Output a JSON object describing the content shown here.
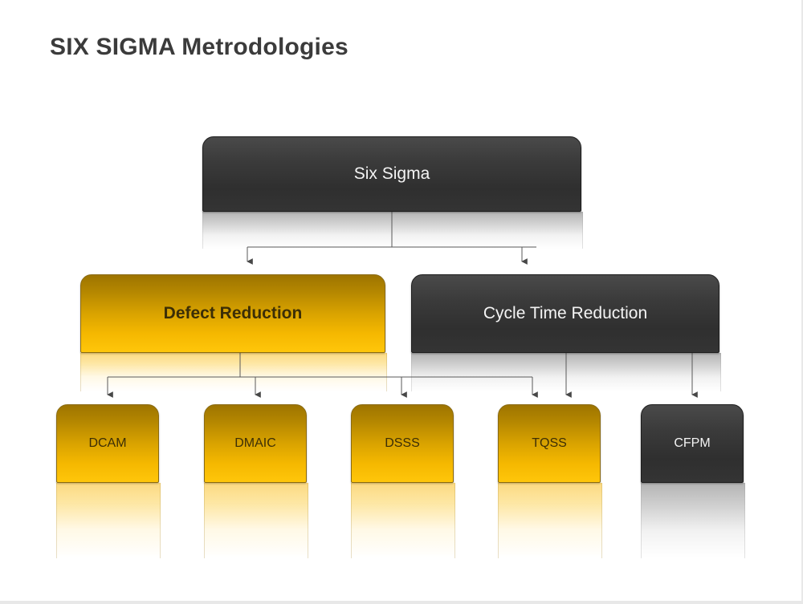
{
  "page": {
    "title": "SIX SIGMA Metrodologies",
    "background_color": "#ffffff"
  },
  "theme": {
    "dark_fill_top": "#4a4a4a",
    "dark_fill_bottom": "#2f2f2f",
    "dark_text": "#f4f4f4",
    "gold_fill_top": "#9d7400",
    "gold_fill_bottom": "#ffc60a",
    "gold_text": "#3c2e06",
    "connector_color": "#595959"
  },
  "diagram": {
    "type": "hierarchy",
    "root": {
      "id": "six-sigma",
      "label": "Six Sigma",
      "style": "dark"
    },
    "level2": [
      {
        "id": "defect-reduction",
        "label": "Defect Reduction",
        "style": "gold"
      },
      {
        "id": "cycle-time-reduction",
        "label": "Cycle Time Reduction",
        "style": "dark"
      }
    ],
    "level3": [
      {
        "id": "dcam",
        "label": "DCAM",
        "style": "gold",
        "parents": [
          "defect-reduction"
        ]
      },
      {
        "id": "dmaic",
        "label": "DMAIC",
        "style": "gold",
        "parents": [
          "defect-reduction"
        ]
      },
      {
        "id": "dsss",
        "label": "DSSS",
        "style": "gold",
        "parents": [
          "defect-reduction"
        ]
      },
      {
        "id": "tqss",
        "label": "TQSS",
        "style": "gold",
        "parents": [
          "defect-reduction",
          "cycle-time-reduction"
        ]
      },
      {
        "id": "cfpm",
        "label": "CFPM",
        "style": "dark",
        "parents": [
          "cycle-time-reduction"
        ]
      }
    ]
  }
}
